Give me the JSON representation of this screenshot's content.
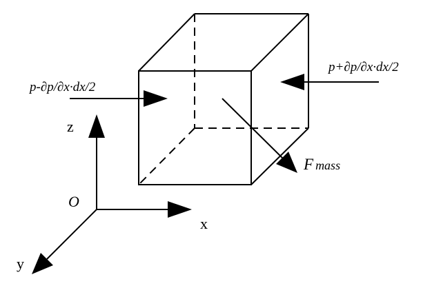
{
  "labels": {
    "left_pressure": "p-∂p/∂x·dx/2",
    "right_pressure": "p+∂p/∂x·dx/2",
    "force_main": "F",
    "force_sub": "mass",
    "origin": "O",
    "axis_x": "x",
    "axis_y": "y",
    "axis_z": "z"
  },
  "colors": {
    "line": "#000000",
    "background": "#ffffff"
  }
}
